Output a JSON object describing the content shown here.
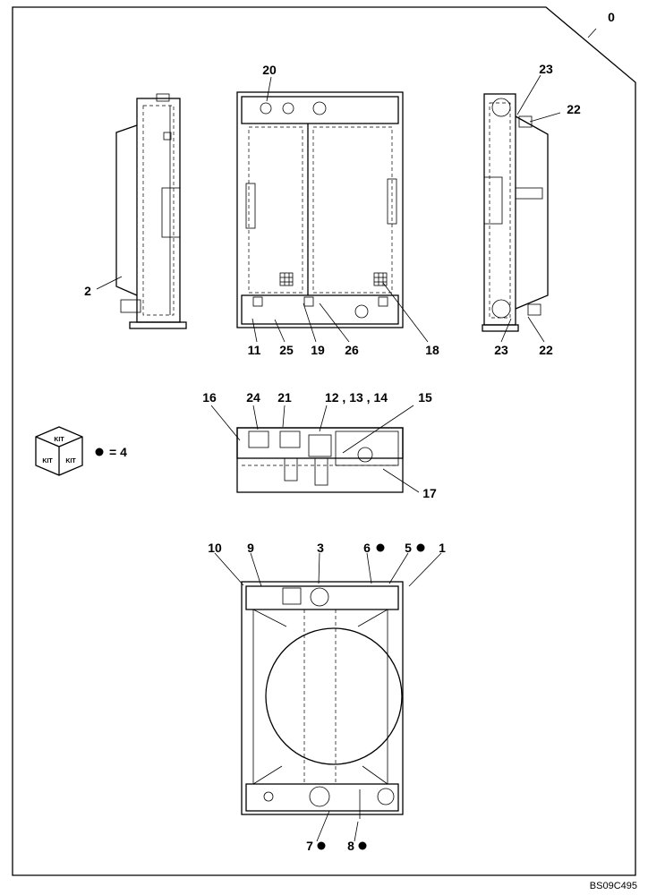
{
  "drawing": {
    "assembly_number": "0",
    "code": "BS09C495"
  },
  "callouts": {
    "c1": "1",
    "c2": "2",
    "c3": "3",
    "c5": "5",
    "c6": "6",
    "c7": "7",
    "c8": "8",
    "c9": "9",
    "c10": "10",
    "c11": "11",
    "c12_14": "12 , 13 , 14",
    "c15": "15",
    "c16": "16",
    "c17": "17",
    "c18": "18",
    "c19": "19",
    "c20": "20",
    "c21": "21",
    "c22_top": "22",
    "c22_bottom": "22",
    "c23_top": "23",
    "c23_bottom": "23",
    "c24": "24",
    "c25": "25",
    "c26": "26"
  },
  "kit_legend": {
    "icon_label": "KIT",
    "quantity_text": "= 4"
  }
}
